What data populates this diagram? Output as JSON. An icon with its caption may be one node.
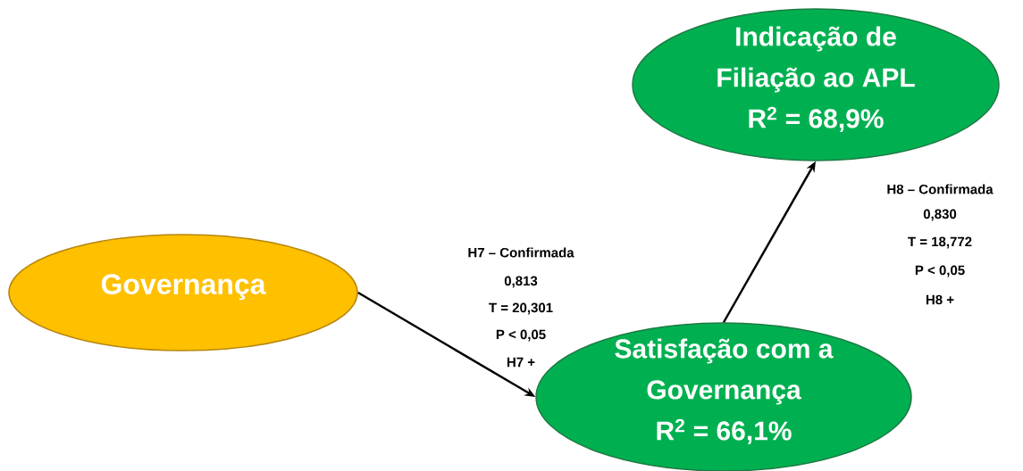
{
  "diagram": {
    "nodes": [
      {
        "text": [
          "Governança"
        ]
      },
      {
        "text": [
          "Satisfação com a Governança",
          "R$^{2}$ = 66,1%"
        ]
      },
      {
        "text": [
          "Indicação de Filiação ao APL",
          "R$^{2}$ = 68,9%"
        ]
      }
    ],
    "edges": [
      {
        "from": 0,
        "to": 1,
        "arrow": "to"
      },
      {
        "from": 1,
        "to": 2,
        "arrow": "to"
      }
    ],
    "labels": [
      "H7 – Confirmada",
      "0,813",
      "T = 20,301",
      "P < 0,05",
      "H7 +",
      "H8 – Confirmada",
      "0,830",
      "T = 18,772",
      "P < 0,05",
      "H8 +"
    ]
  }
}
